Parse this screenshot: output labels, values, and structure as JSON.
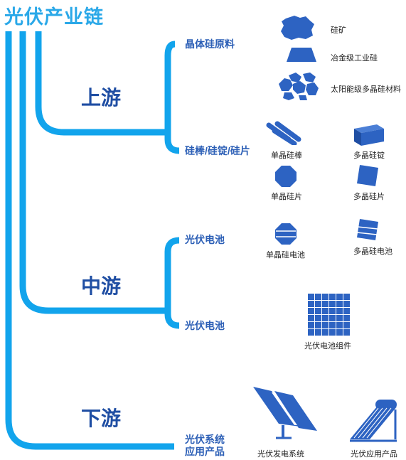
{
  "title": "光伏产业链",
  "stages": {
    "upstream": "上游",
    "midstream": "中游",
    "downstream": "下游"
  },
  "branches": {
    "silicon_material": "晶体硅原料",
    "ingot_wafer": "硅棒/硅锭/硅片",
    "cell_1": "光伏电池",
    "cell_2": "光伏电池",
    "system_line1": "光伏系统",
    "system_line2": "应用产品"
  },
  "items": {
    "silicon_ore": "硅矿",
    "metallurgical_silicon": "冶金级工业硅",
    "solar_polysilicon": "太阳能级多晶硅材料",
    "mono_rod": "单晶硅棒",
    "poly_ingot": "多晶硅锭",
    "mono_wafer": "单晶硅片",
    "poly_wafer": "多晶硅片",
    "mono_cell": "单晶硅电池",
    "poly_cell": "多晶硅电池",
    "module": "光伏电池组件",
    "power_system": "光伏发电系统",
    "application_product": "光伏应用产品"
  },
  "colors": {
    "tree_line": "#12a4ec",
    "title": "#2aa8e8",
    "stage_text": "#1f4ea3",
    "branch_text": "#2c5fb6",
    "icon_fill": "#2d63c2"
  }
}
